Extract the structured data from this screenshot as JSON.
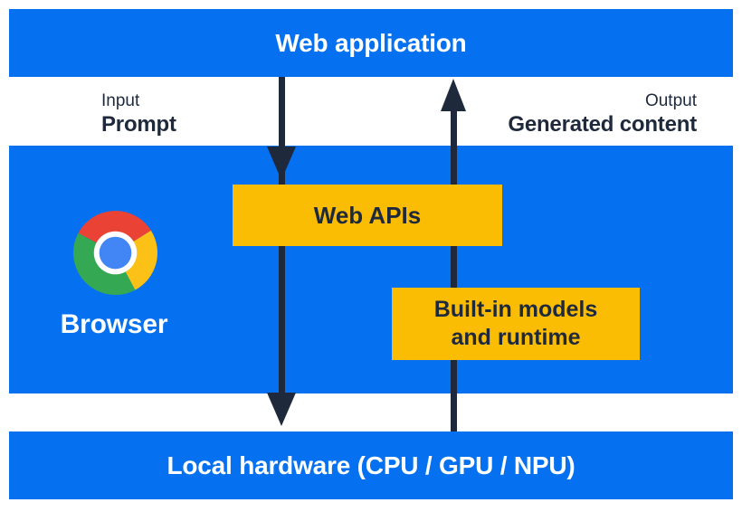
{
  "colors": {
    "panel-blue": "#0671F0",
    "box-yellow": "#FBBC04",
    "ink-dark": "#1E2A3C",
    "text-white": "#FFFFFF",
    "chrome-red": "#EA4335",
    "chrome-green": "#34A853",
    "chrome-yellow": "#FBC116",
    "chrome-blue": "#4285F4",
    "ring-white": "#FFFFFF"
  },
  "layers": {
    "web_application": {
      "label": "Web application"
    },
    "browser": {
      "label": "Browser",
      "web_apis_label": "Web APIs",
      "builtin_line1": "Built-in models",
      "builtin_line2": "and runtime"
    },
    "local_hardware": {
      "label": "Local hardware (CPU / GPU / NPU)"
    }
  },
  "flows": {
    "input": {
      "label": "Input",
      "value": "Prompt",
      "direction": "down"
    },
    "output": {
      "label": "Output",
      "value": "Generated content",
      "direction": "up"
    }
  },
  "icons": {
    "chrome": "chrome-logo-icon",
    "down_arrow": "arrow-down-icon",
    "up_arrow": "arrow-up-icon"
  }
}
